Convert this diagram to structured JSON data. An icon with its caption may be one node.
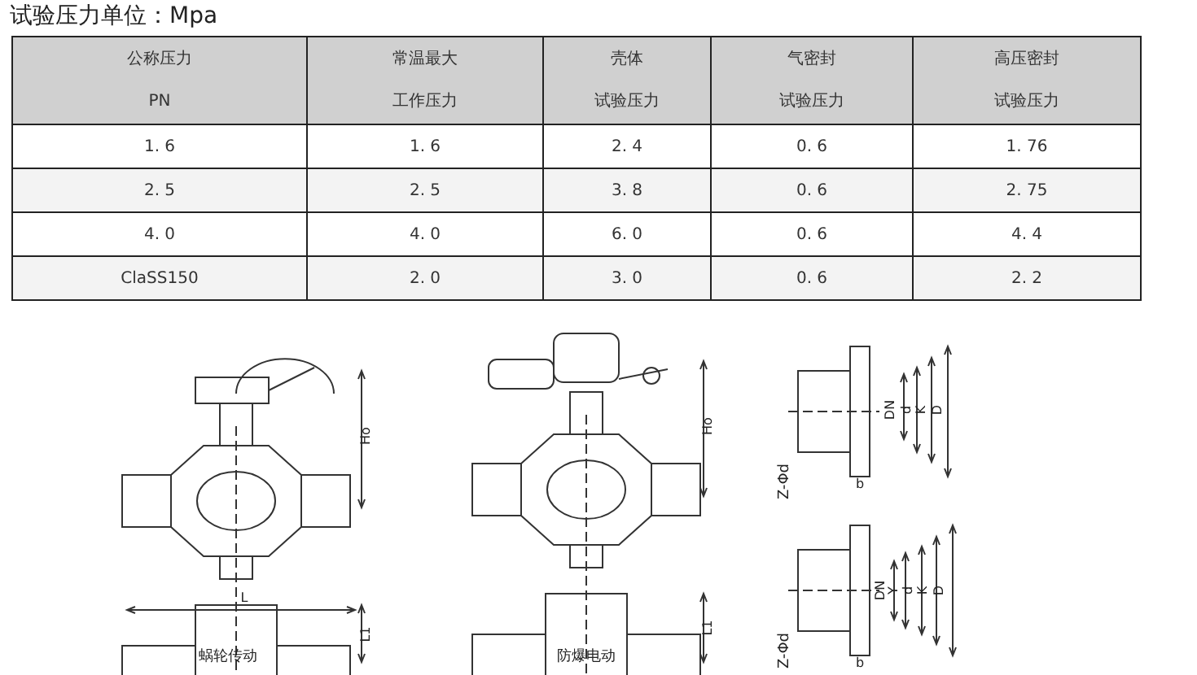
{
  "diagram": {
    "title": "试验压力单位：Mpa",
    "labels": [
      "公称压力",
      "常温最大",
      "壳体",
      "气密封",
      "高压密封",
      "PN",
      "工作压力",
      "试验压力",
      "试验压力",
      "试验压力",
      "1. 6",
      "1. 6",
      "2. 4",
      "0. 6",
      "1. 76",
      "2. 5",
      "2. 5",
      "3. 8",
      "0. 6",
      "2. 75",
      "4. 0",
      "4. 0",
      "6. 0",
      "0. 6",
      "4. 4",
      "ClaSS150",
      "2. 0",
      "3. 0",
      "0. 6",
      "2. 2",
      "Ho",
      "L",
      "L1",
      "蜗轮传动",
      "Ho",
      "L1",
      "防爆电动",
      "DN",
      "d",
      "K",
      "D",
      "Z-Φd",
      "b",
      "DN",
      "Y",
      "d",
      "K",
      "D",
      "Z-Φd",
      "b"
    ]
  }
}
